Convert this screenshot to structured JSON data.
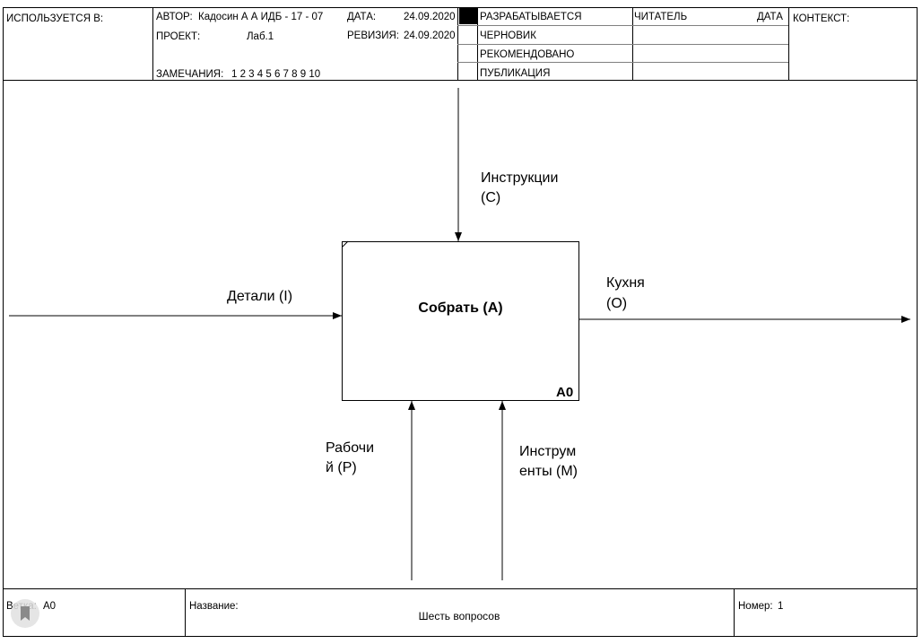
{
  "header": {
    "used_in_label": "ИСПОЛЬЗУЕТСЯ В:",
    "author_label": "АВТОР:",
    "author_value": "Кадосин А А ИДБ - 17 - 07",
    "project_label": "ПРОЕКТ:",
    "project_value": "Лаб.1",
    "notes_label": "ЗАМЕЧАНИЯ:",
    "notes_value": "1 2 3 4 5 6 7 8 9 10",
    "date_label": "ДАТА:",
    "date_value": "24.09.2020",
    "revision_label": "РЕВИЗИЯ:",
    "revision_value": "24.09.2020",
    "statuses": [
      "РАЗРАБАТЫВАЕТСЯ",
      "ЧЕРНОВИК",
      "РЕКОМЕНДОВАНО",
      "ПУБЛИКАЦИЯ"
    ],
    "reader_label": "ЧИТАТЕЛЬ",
    "reader_date_label": "ДАТА",
    "context_label": "КОНТЕКСТ:"
  },
  "diagram": {
    "box_title": "Собрать (A)",
    "box_id": "A0",
    "arrows": {
      "control": [
        "Инструкции",
        "(C)"
      ],
      "input": "Детали (I)",
      "output": [
        "Кухня",
        "(O)"
      ],
      "mechanism_workers": [
        "Рабочи",
        "й (P)"
      ],
      "mechanism_tools": [
        "Инструм",
        "енты (M)"
      ]
    }
  },
  "footer": {
    "node_label": "Ветка:",
    "node_value": "A0",
    "title_label": "Название:",
    "title_value": "Шесть вопросов",
    "number_label": "Номер:",
    "number_value": "1"
  }
}
